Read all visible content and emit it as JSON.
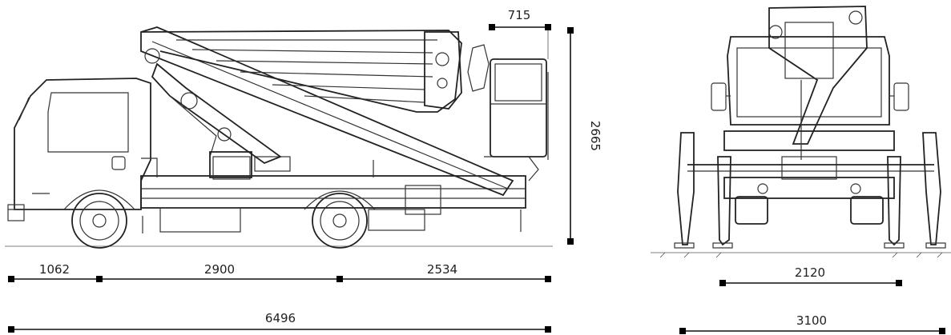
{
  "side_view": {
    "dims": {
      "front_overhang": "1062",
      "wheelbase": "2900",
      "rear_overhang": "2534",
      "overall_length": "6496",
      "height": "2665",
      "platform_depth": "715"
    }
  },
  "front_view": {
    "dims": {
      "outrigger_span": "2120",
      "max_width": "3100"
    }
  }
}
